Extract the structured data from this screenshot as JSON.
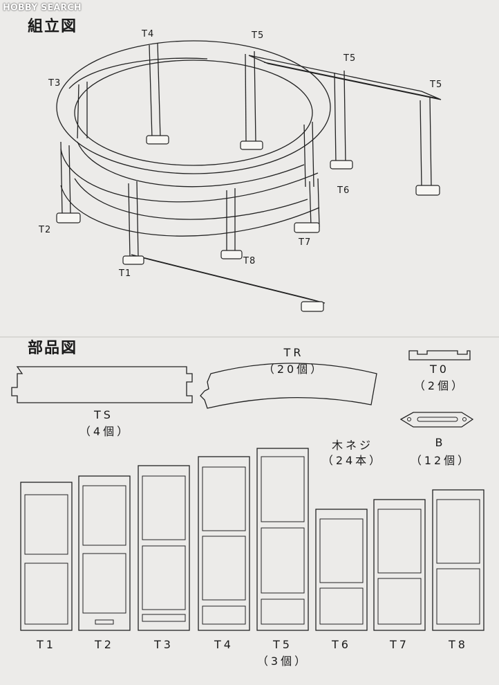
{
  "watermark": "HOBBY SEARCH",
  "assembly": {
    "heading": "組立図",
    "labels": {
      "t1": "T1",
      "t2": "T2",
      "t3": "T3",
      "t4": "T4",
      "t5a": "T5",
      "t5b": "T5",
      "t5c": "T5",
      "t6": "T6",
      "t7": "T7",
      "t8": "T8"
    }
  },
  "parts": {
    "heading": "部品図",
    "tr": {
      "name": "TR",
      "count": "（20個）"
    },
    "t0": {
      "name": "T0",
      "count": "（2個）"
    },
    "ts": {
      "name": "TS",
      "count": "（4個）"
    },
    "screw": {
      "name": "木ネジ",
      "count": "（24本）"
    },
    "b": {
      "name": "B",
      "count": "（12個）"
    },
    "piers": [
      {
        "name": "T1",
        "count": ""
      },
      {
        "name": "T2",
        "count": ""
      },
      {
        "name": "T3",
        "count": ""
      },
      {
        "name": "T4",
        "count": ""
      },
      {
        "name": "T5",
        "count": "（3個）"
      },
      {
        "name": "T6",
        "count": ""
      },
      {
        "name": "T7",
        "count": ""
      },
      {
        "name": "T8",
        "count": ""
      }
    ]
  }
}
